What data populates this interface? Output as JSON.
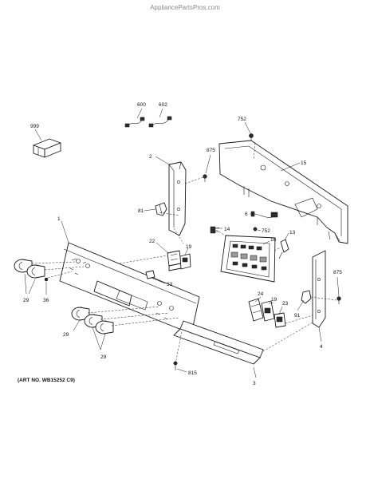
{
  "watermark": "AppliancePartsPros.com",
  "art_number": "(ART NO. WB15252 C9)",
  "callouts": {
    "p999": "999",
    "p600": "600",
    "p602": "602",
    "p752a": "752",
    "p875a": "875",
    "p2": "2",
    "p15": "15",
    "p81": "81",
    "p6": "6",
    "p752b": "752",
    "p1": "1",
    "p14": "14",
    "p13": "13",
    "p16": "16",
    "p22": "22",
    "p19a": "19",
    "p875b": "875",
    "p33": "33",
    "p24": "24",
    "p19b": "19",
    "p23": "23",
    "p91": "91",
    "p4": "4",
    "p29a": "29",
    "p36": "36",
    "p29b": "29",
    "p29c": "29",
    "p815": "815",
    "p3": "3"
  }
}
